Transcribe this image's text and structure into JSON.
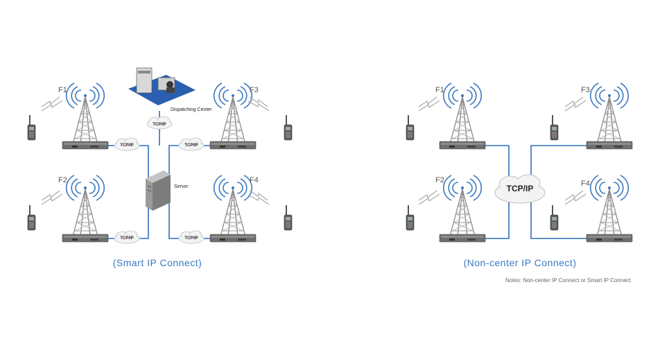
{
  "left": {
    "caption": "(Smart IP Connect)",
    "labels": [
      "F1",
      "F3",
      "F2",
      "F4"
    ],
    "dispatch": "Dispatching Center",
    "server": "Server",
    "cloud": "TCP/IP"
  },
  "right": {
    "caption": "(Non-center IP Connect)",
    "labels": [
      "F1",
      "F3",
      "F2",
      "F4"
    ],
    "cloud": "TCP/IP"
  },
  "notes": "Notes:  Non-center IP Connect or Smart IP Connect",
  "colors": {
    "link": "#2e6fbf",
    "caption": "#3a78c0",
    "tower": "#8a8a8a",
    "platform": "#2a5fb0"
  }
}
